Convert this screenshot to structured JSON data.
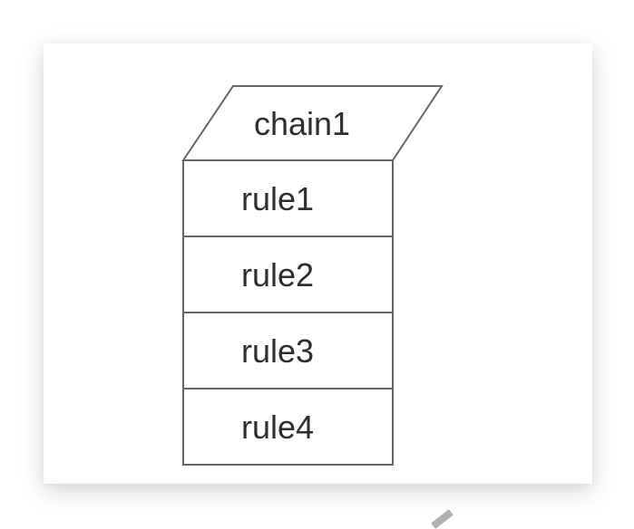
{
  "diagram": {
    "chain_label": "chain1",
    "rule_labels": [
      "rule1",
      "rule2",
      "rule3",
      "rule4"
    ]
  },
  "colors": {
    "page_background": "#ffffff",
    "card_background": "#ffffff",
    "shape_stroke": "#666666",
    "shape_fill": "#ffffff",
    "label_text": "#2e2e2e",
    "card_shadow": "#e6e6e6",
    "cursor_mark": "#b1b1b1"
  }
}
